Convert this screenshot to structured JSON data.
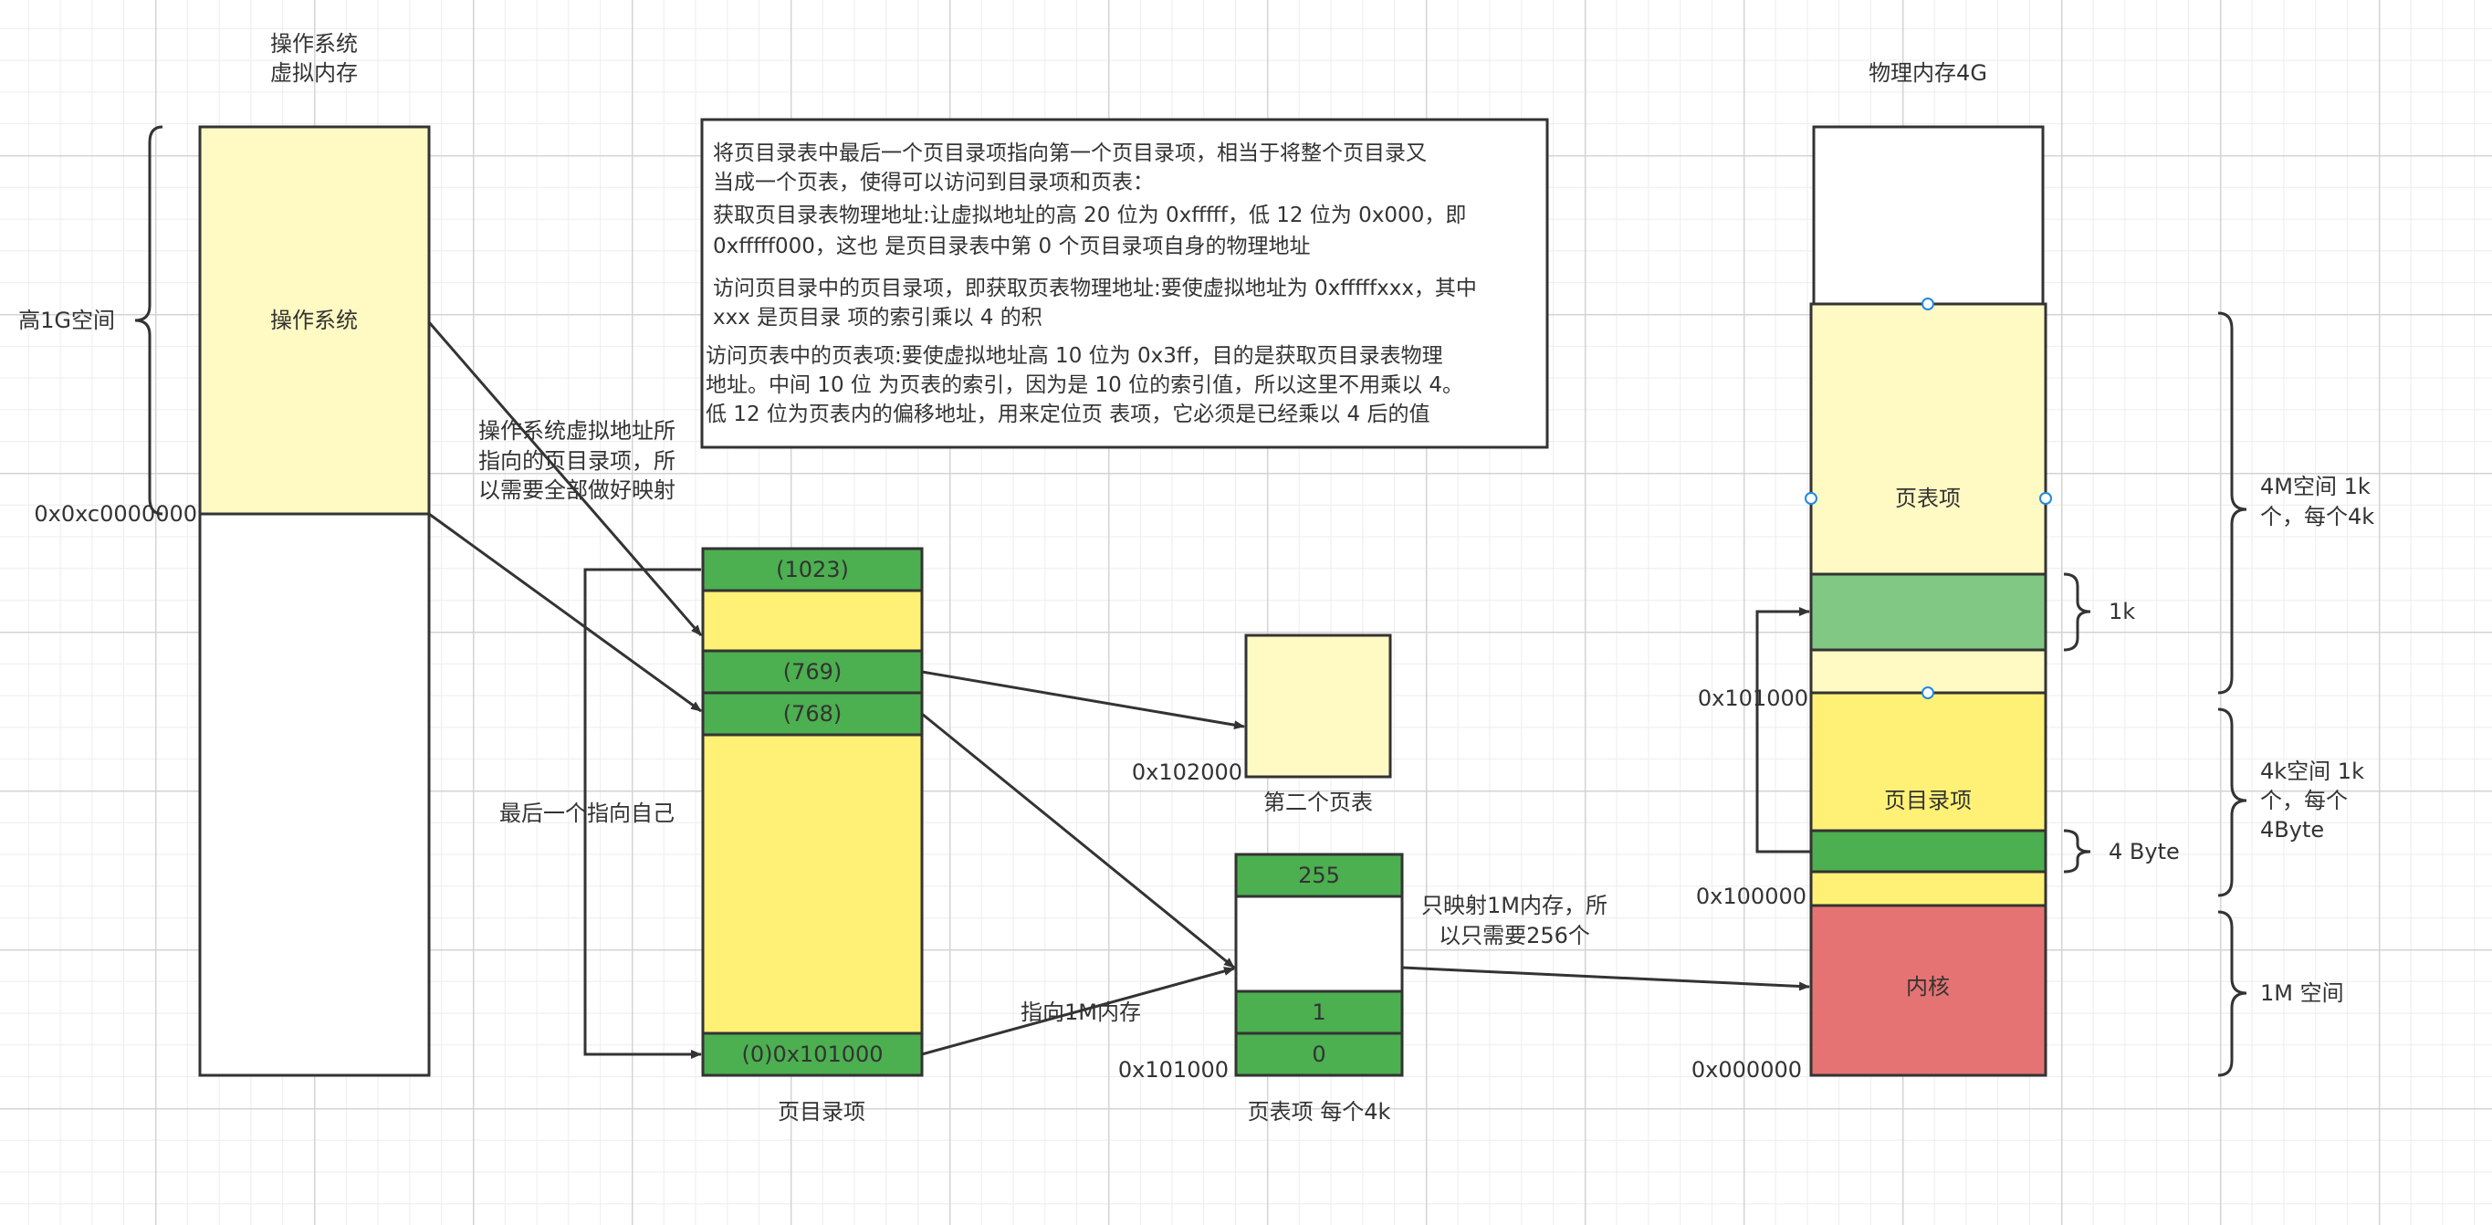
{
  "colors": {
    "light_yellow": "#fff9c3",
    "yellow": "#fff176",
    "green": "#4caf50",
    "light_green": "#80c883",
    "red": "#e57373",
    "outline": "#333333",
    "handle": "#1e88e5"
  },
  "virtual_memory": {
    "title_line1": "操作系统",
    "title_line2": "虚拟内存",
    "os_block_label": "操作系统",
    "high_space_label": "高1G空间",
    "boundary_address": "0x0xc0000000"
  },
  "note_box": {
    "paragraph1_line1": "将页目录表中最后一个页目录项指向第一个页目录项，相当于将整个页目录又",
    "paragraph1_line2": "当成一个页表，使得可以访问到目录项和页表：",
    "paragraph2_line1": "获取页目录表物理地址:让虚拟地址的高 20 位为 0xfffff，低 12 位为 0x000，即",
    "paragraph2_line2": "0xfffff000，这也 是页目录表中第 0 个页目录项自身的物理地址",
    "paragraph3_line1": "访问页目录中的页目录项，即获取页表物理地址:要使虚拟地址为 0xfffffxxx，其中",
    "paragraph3_line2": "xxx 是页目录 项的索引乘以 4 的积",
    "paragraph4_line1": "访问页表中的页表项:要使虚拟地址高 10 位为 0x3ff，目的是获取页目录表物理",
    "paragraph4_line2": "地址。中间 10 位 为页表的索引，因为是 10 位的索引值，所以这里不用乘以 4。",
    "paragraph4_line3": "低 12 位为页表内的偏移地址，用来定位页 表项，它必须是已经乘以 4 后的值"
  },
  "annotations": {
    "os_mapping_line1": "操作系统虚拟地址所",
    "os_mapping_line2": "指向的页目录项，所",
    "os_mapping_line3": "以需要全部做好映射",
    "self_pointer": "最后一个指向自己",
    "points_to_1m": "指向1M内存",
    "only_1m_line1": "只映射1M内存，所",
    "only_1m_line2": "以只需要256个"
  },
  "page_directory": {
    "entry_1023": "(1023)",
    "entry_769": "(769)",
    "entry_768": "(768)",
    "entry_0": "(0)0x101000",
    "caption": "页目录项"
  },
  "second_page_table": {
    "address": "0x102000",
    "caption": "第二个页表"
  },
  "page_table": {
    "entry_255": "255",
    "entry_1": "1",
    "entry_0": "0",
    "address": "0x101000",
    "caption": "页表项 每个4k"
  },
  "physical_memory": {
    "title": "物理内存4G",
    "page_table_region_label": "页表项",
    "page_directory_region_label": "页目录项",
    "kernel_label": "内核",
    "address_101000": "0x101000",
    "address_100000": "0x100000",
    "address_000000": "0x000000",
    "brace_4m_line1": "4M空间 1k",
    "brace_4m_line2": "个，每个4k",
    "brace_1k": "1k",
    "brace_4k_line1": "4k空间 1k",
    "brace_4k_line2": "个，每个",
    "brace_4k_line3": "4Byte",
    "brace_4byte": "4 Byte",
    "brace_1m": "1M 空间"
  }
}
